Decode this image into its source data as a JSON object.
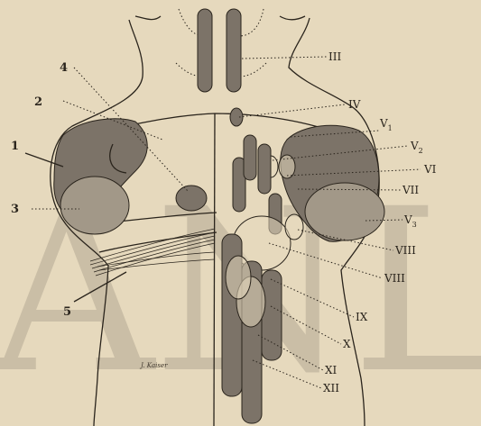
{
  "figure": {
    "labels_left": [
      "1",
      "2",
      "3",
      "4",
      "5"
    ],
    "labels_right": [
      "III",
      "IV",
      "V",
      "1",
      "V",
      "2",
      "VI",
      "VII",
      "V",
      "3",
      "VIII",
      "VIII",
      "IX",
      "X",
      "XI",
      "XII"
    ],
    "signature": "J. Kaiser",
    "watermark": "ANL"
  },
  "colors": {
    "paper": "#e6d9bd",
    "ink": "#2a241c",
    "nucleus_dark": "#7c7368",
    "nucleus_light": "#a29888"
  }
}
